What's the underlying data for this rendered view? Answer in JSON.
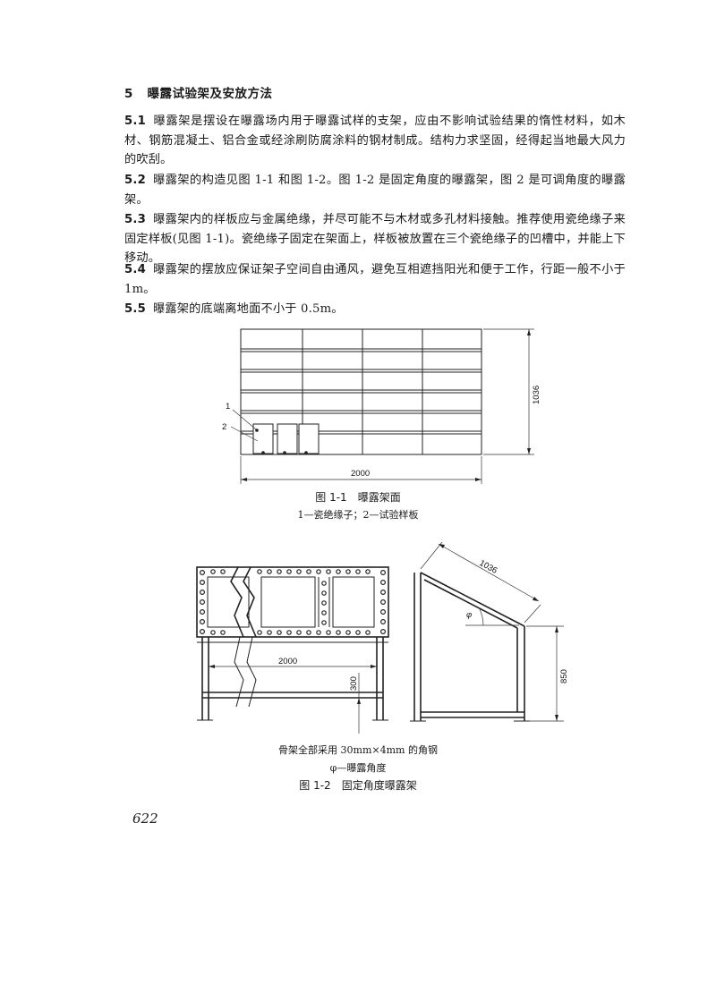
{
  "section": {
    "number": "5",
    "title": "曝露试验架及安放方法"
  },
  "paragraphs": [
    {
      "num": "5.1",
      "text": "曝露架是摆设在曝露场内用于曝露试样的支架，应由不影响试验结果的惰性材料，如木材、钢筋混凝土、铝合金或经涂刷防腐涂料的钢材制成。结构力求坚固，经得起当地最大风力的吹刮。"
    },
    {
      "num": "5.2",
      "text": "曝露架的构造见图 1-1 和图 1-2。图 1-2 是固定角度的曝露架，图 2 是可调角度的曝露架。"
    },
    {
      "num": "5.3",
      "text": "曝露架内的样板应与金属绝缘，并尽可能不与木材或多孔材料接触。推荐使用瓷绝缘子来固定样板(见图 1-1)。瓷绝缘子固定在架面上，样板被放置在三个瓷绝缘子的凹槽中，并能上下移动。"
    },
    {
      "num": "5.4",
      "text": "曝露架的摆放应保证架子空间自由通风，避免互相遮挡阳光和便于工作，行距一般不小于 1m。"
    },
    {
      "num": "5.5",
      "text": "曝露架的底端离地面不小于 0.5m。"
    }
  ],
  "figure1": {
    "dim_width": "2000",
    "dim_height": "1036",
    "label_1": "1",
    "label_2": "2",
    "caption": "图 1-1　曝露架面",
    "legend": "1—瓷绝缘子；2—试验样板"
  },
  "figure2": {
    "dim_width": "2000",
    "dim_300": "300",
    "dim_1036": "1036",
    "dim_850": "850",
    "angle_symbol": "φ",
    "note": "骨架全部采用 30mm×4mm 的角钢",
    "angle_legend": "φ—曝露角度",
    "caption": "图 1-2　固定角度曝露架"
  },
  "page_number": "622"
}
